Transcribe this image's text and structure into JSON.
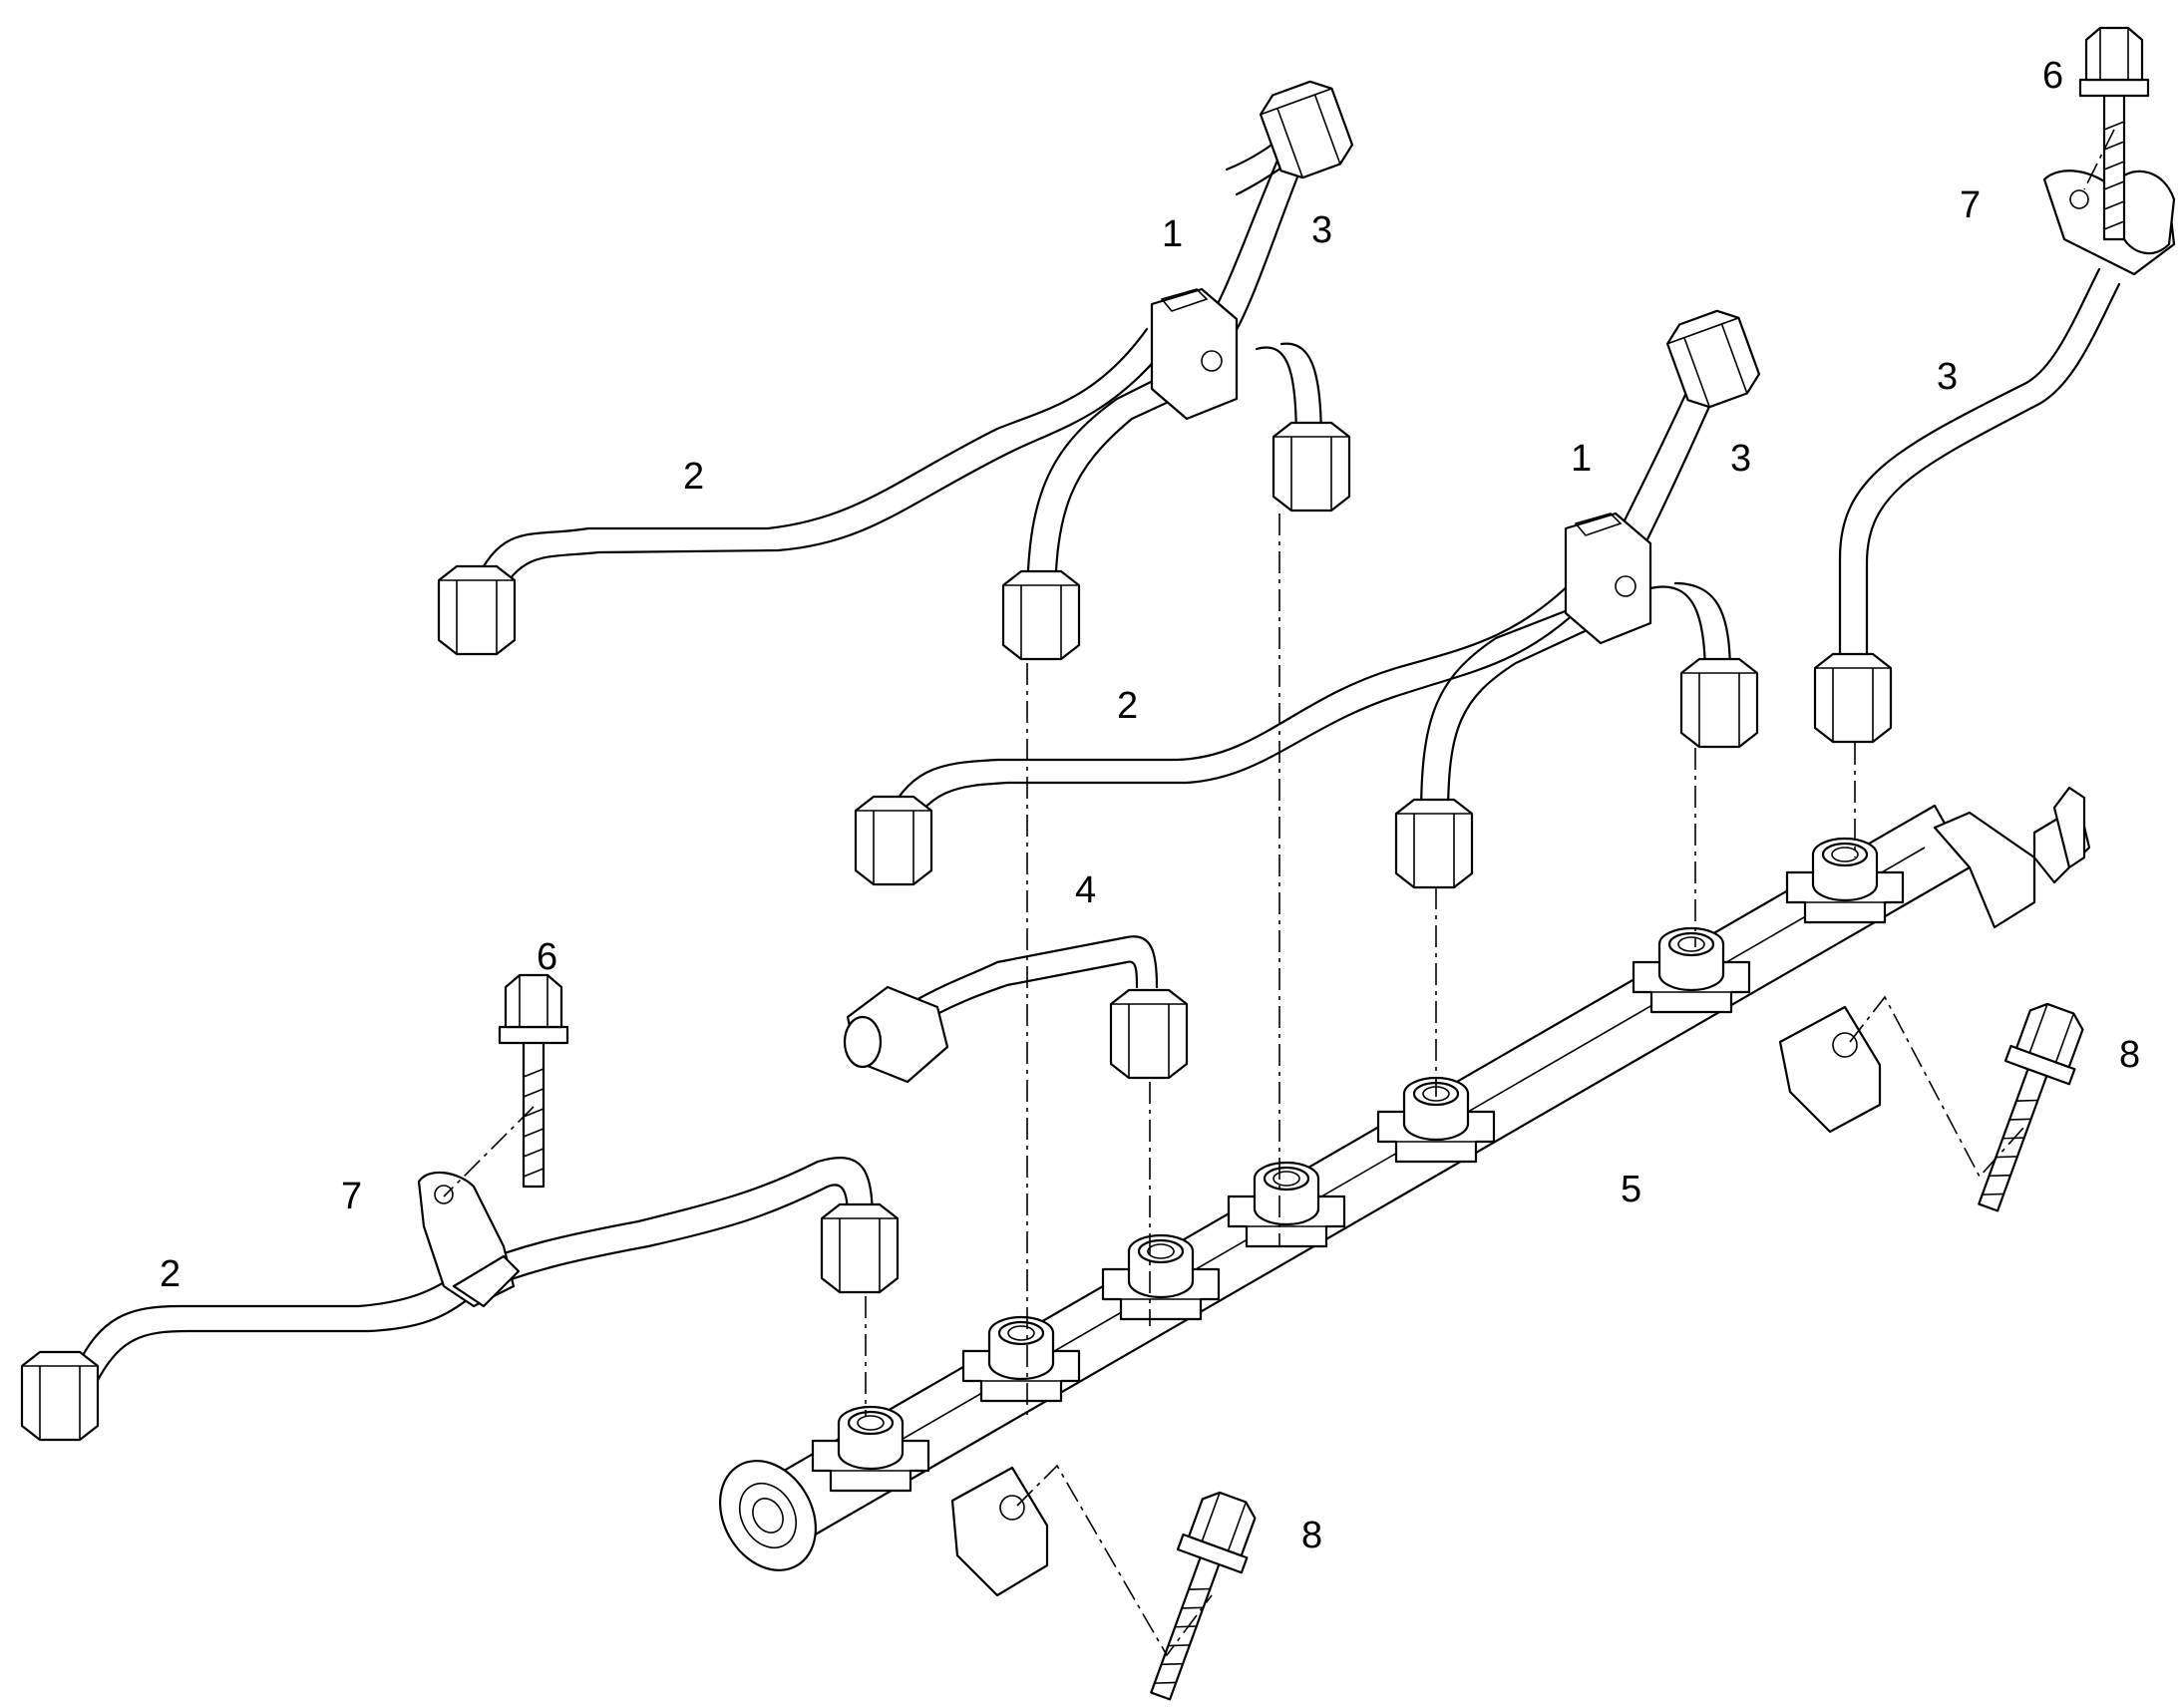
{
  "callouts": {
    "c1a": "1",
    "c3a": "3",
    "c2a": "2",
    "c1b": "1",
    "c3b": "3",
    "c2b": "2",
    "c6a": "6",
    "c7a": "7",
    "c3c": "3",
    "c4": "4",
    "c6b": "6",
    "c7b": "7",
    "c2c": "2",
    "c5": "5",
    "c8a": "8",
    "c8b": "8"
  },
  "colors": {
    "line": "#000000",
    "background": "#ffffff"
  }
}
